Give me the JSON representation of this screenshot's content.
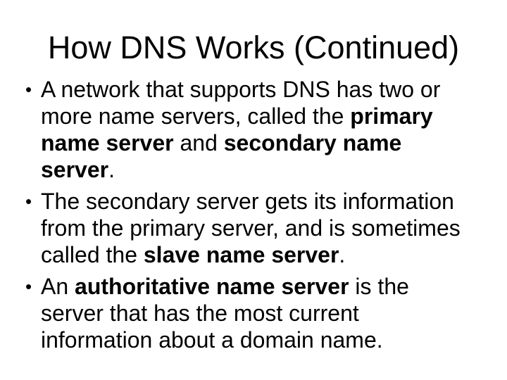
{
  "slide": {
    "title": "How DNS Works (Continued)",
    "bullet_char": "•",
    "colors": {
      "background": "#ffffff",
      "text": "#000000"
    },
    "bullets": [
      {
        "segments": [
          {
            "text": "A network that supports DNS has two or more name servers, called the ",
            "bold": false
          },
          {
            "text": "primary name server",
            "bold": true
          },
          {
            "text": " and ",
            "bold": false
          },
          {
            "text": "secondary name server",
            "bold": true
          },
          {
            "text": ".",
            "bold": false
          }
        ]
      },
      {
        "segments": [
          {
            "text": "The secondary server gets its information from the primary server, and is sometimes called the ",
            "bold": false
          },
          {
            "text": "slave name server",
            "bold": true
          },
          {
            "text": ".",
            "bold": false
          }
        ]
      },
      {
        "segments": [
          {
            "text": "An ",
            "bold": false
          },
          {
            "text": "authoritative name server",
            "bold": true
          },
          {
            "text": " is the server that has the most current information about a domain name.",
            "bold": false
          }
        ]
      }
    ]
  }
}
